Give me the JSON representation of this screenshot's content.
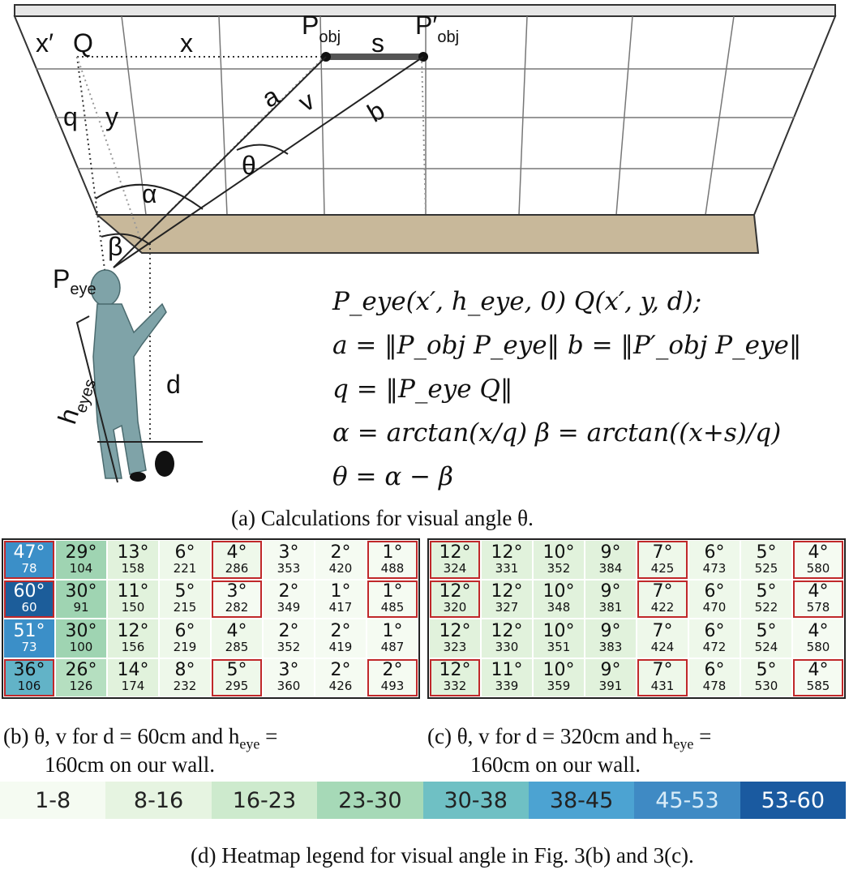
{
  "diagram": {
    "labels": {
      "p_obj": "P",
      "p_obj_sub": "obj",
      "p_obj_prime": "P′",
      "p_obj_prime_sub": "obj",
      "x_prime": "x′",
      "q_point": "Q",
      "x": "x",
      "s": "s",
      "q": "q",
      "y": "y",
      "a": "a",
      "v": "v",
      "b": "b",
      "theta": "θ",
      "alpha": "α",
      "beta": "β",
      "p_eye": "P",
      "p_eye_sub": "eye",
      "h_eyes": "h",
      "h_eyes_sub": "eyes",
      "d": "d"
    },
    "equations": [
      "P_eye(x′, h_eye, 0) Q(x′, y, d);",
      "a = ‖P_obj P_eye‖ b = ‖P′_obj P_eye‖",
      "q = ‖P_eye Q‖",
      "α = arctan(x/q) β = arctan((x+s)/q)",
      "θ = α − β"
    ]
  },
  "captions": {
    "a": "(a)  Calculations for visual angle θ.",
    "b_line1": "(b)  θ,  v  for  d  =  60cm  and  h",
    "b_line1_sub": "eye",
    "b_line1_end": " =",
    "b_line2": "160cm on our wall.",
    "c_line1": "(c)  θ,  v  for  d  =  320cm  and  h",
    "c_line1_sub": "eye",
    "c_line1_end": " =",
    "c_line2": "160cm on our wall.",
    "d": "(d)  Heatmap legend for visual angle in Fig. 3(b) and 3(c)."
  },
  "heatmap_b": {
    "rows": [
      [
        [
          "47°",
          "78"
        ],
        [
          "29°",
          "104"
        ],
        [
          "13°",
          "158"
        ],
        [
          "6°",
          "221"
        ],
        [
          "4°",
          "286"
        ],
        [
          "3°",
          "353"
        ],
        [
          "2°",
          "420"
        ],
        [
          "1°",
          "488"
        ]
      ],
      [
        [
          "60°",
          "60"
        ],
        [
          "30°",
          "91"
        ],
        [
          "11°",
          "150"
        ],
        [
          "5°",
          "215"
        ],
        [
          "3°",
          "282"
        ],
        [
          "2°",
          "349"
        ],
        [
          "1°",
          "417"
        ],
        [
          "1°",
          "485"
        ]
      ],
      [
        [
          "51°",
          "73"
        ],
        [
          "30°",
          "100"
        ],
        [
          "12°",
          "156"
        ],
        [
          "6°",
          "219"
        ],
        [
          "4°",
          "285"
        ],
        [
          "2°",
          "352"
        ],
        [
          "2°",
          "419"
        ],
        [
          "1°",
          "487"
        ]
      ],
      [
        [
          "36°",
          "106"
        ],
        [
          "26°",
          "126"
        ],
        [
          "14°",
          "174"
        ],
        [
          "8°",
          "232"
        ],
        [
          "5°",
          "295"
        ],
        [
          "3°",
          "360"
        ],
        [
          "2°",
          "426"
        ],
        [
          "2°",
          "493"
        ]
      ]
    ],
    "colors": [
      [
        "#3b8fc8",
        "#9fd4b2",
        "#e1f2dc",
        "#eef8ea",
        "#eef8ea",
        "#f5fbf2",
        "#f5fbf2",
        "#f5fbf2"
      ],
      [
        "#1c5d9a",
        "#9fd4b2",
        "#e1f2dc",
        "#eef8ea",
        "#f5fbf2",
        "#f5fbf2",
        "#f5fbf2",
        "#f5fbf2"
      ],
      [
        "#3b8fc8",
        "#9fd4b2",
        "#e1f2dc",
        "#eef8ea",
        "#eef8ea",
        "#f5fbf2",
        "#f5fbf2",
        "#f5fbf2"
      ],
      [
        "#62b3c7",
        "#b5dfc0",
        "#e1f2dc",
        "#eef8ea",
        "#eef8ea",
        "#f5fbf2",
        "#f5fbf2",
        "#f5fbf2"
      ]
    ],
    "highlight": [
      [
        true,
        false,
        false,
        false,
        true,
        false,
        false,
        true
      ],
      [
        true,
        false,
        false,
        false,
        true,
        false,
        false,
        true
      ],
      [
        false,
        false,
        false,
        false,
        false,
        false,
        false,
        false
      ],
      [
        true,
        false,
        false,
        false,
        true,
        false,
        false,
        true
      ]
    ]
  },
  "heatmap_c": {
    "rows": [
      [
        [
          "12°",
          "324"
        ],
        [
          "12°",
          "331"
        ],
        [
          "10°",
          "352"
        ],
        [
          "9°",
          "384"
        ],
        [
          "7°",
          "425"
        ],
        [
          "6°",
          "473"
        ],
        [
          "5°",
          "525"
        ],
        [
          "4°",
          "580"
        ]
      ],
      [
        [
          "12°",
          "320"
        ],
        [
          "12°",
          "327"
        ],
        [
          "10°",
          "348"
        ],
        [
          "9°",
          "381"
        ],
        [
          "7°",
          "422"
        ],
        [
          "6°",
          "470"
        ],
        [
          "5°",
          "522"
        ],
        [
          "4°",
          "578"
        ]
      ],
      [
        [
          "12°",
          "323"
        ],
        [
          "12°",
          "330"
        ],
        [
          "10°",
          "351"
        ],
        [
          "9°",
          "383"
        ],
        [
          "7°",
          "424"
        ],
        [
          "6°",
          "472"
        ],
        [
          "5°",
          "524"
        ],
        [
          "4°",
          "580"
        ]
      ],
      [
        [
          "12°",
          "332"
        ],
        [
          "11°",
          "339"
        ],
        [
          "10°",
          "359"
        ],
        [
          "9°",
          "391"
        ],
        [
          "7°",
          "431"
        ],
        [
          "6°",
          "478"
        ],
        [
          "5°",
          "530"
        ],
        [
          "4°",
          "585"
        ]
      ]
    ],
    "colors": [
      [
        "#e1f2dc",
        "#e1f2dc",
        "#e1f2dc",
        "#e1f2dc",
        "#eef8ea",
        "#eef8ea",
        "#eef8ea",
        "#f5fbf2"
      ],
      [
        "#e1f2dc",
        "#e1f2dc",
        "#e1f2dc",
        "#e1f2dc",
        "#eef8ea",
        "#eef8ea",
        "#eef8ea",
        "#f5fbf2"
      ],
      [
        "#e1f2dc",
        "#e1f2dc",
        "#e1f2dc",
        "#e1f2dc",
        "#eef8ea",
        "#eef8ea",
        "#eef8ea",
        "#f5fbf2"
      ],
      [
        "#e1f2dc",
        "#e1f2dc",
        "#e1f2dc",
        "#e1f2dc",
        "#eef8ea",
        "#eef8ea",
        "#eef8ea",
        "#f5fbf2"
      ]
    ],
    "highlight": [
      [
        true,
        false,
        false,
        false,
        true,
        false,
        false,
        true
      ],
      [
        true,
        false,
        false,
        false,
        true,
        false,
        false,
        true
      ],
      [
        false,
        false,
        false,
        false,
        false,
        false,
        false,
        false
      ],
      [
        true,
        false,
        false,
        false,
        true,
        false,
        false,
        true
      ]
    ]
  },
  "legend": [
    {
      "label": "1-8",
      "color": "#f5fbf2",
      "text": "#222222"
    },
    {
      "label": "8-16",
      "color": "#e6f4e1",
      "text": "#222222"
    },
    {
      "label": "16-23",
      "color": "#cdeacd",
      "text": "#222222"
    },
    {
      "label": "23-30",
      "color": "#a6d9b7",
      "text": "#222222"
    },
    {
      "label": "30-38",
      "color": "#6fc0c4",
      "text": "#222222"
    },
    {
      "label": "38-45",
      "color": "#4ca3d2",
      "text": "#222222"
    },
    {
      "label": "45-53",
      "color": "#3f8ac4",
      "text": "#d8ecf8"
    },
    {
      "label": "53-60",
      "color": "#1a5aa0",
      "text": "#ffffff"
    }
  ]
}
